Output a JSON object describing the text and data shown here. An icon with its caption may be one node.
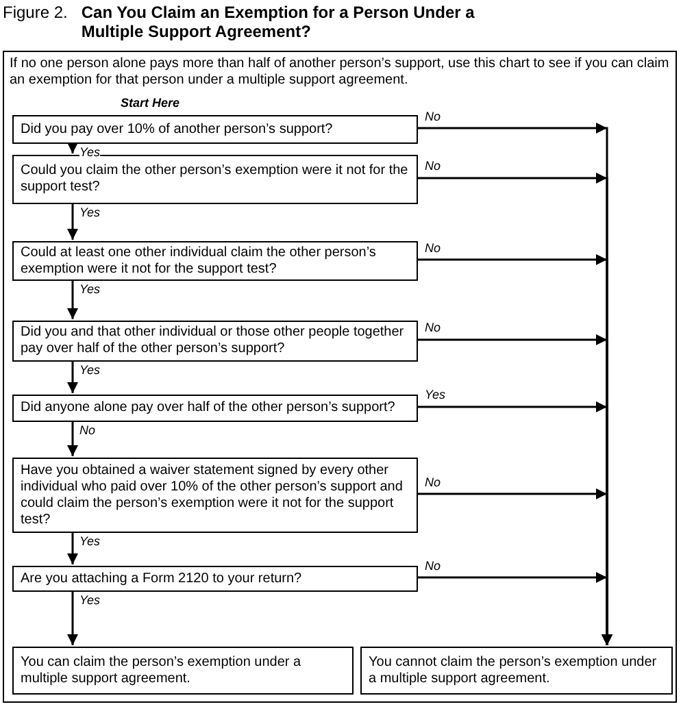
{
  "diagram": {
    "title": "Can You Claim an Exemption for a Person Under a Multiple Support Agreement?",
    "nodes": [
      {
        "text": [
          "If no one person alone pays more than half of another person’s support, use this chart to see if you can claim an exemption for that person under a multiple support agreement."
        ]
      },
      {
        "text": [
          "Did you pay over 10% of another person’s support?"
        ],
        "in": 0,
        "beside": [
          "Start Here"
        ]
      },
      {
        "text": [
          "Could you claim the other person’s exemption were it not for the support test?"
        ],
        "in": 0
      },
      {
        "text": [
          "Could at least one other individual claim the other person’s exemption were it not for the support test?"
        ],
        "in": 0
      },
      {
        "text": [
          "Did you and that other individual or those other people together pay over half of the other person’s support?"
        ],
        "in": 0
      },
      {
        "text": [
          "Did anyone alone pay over half of the other person’s support?"
        ],
        "in": 0
      },
      {
        "text": [
          "Have you obtained a waiver statement signed by every other individual who paid over 10% of the other person’s support and could claim the person’s exemption were it not for the support test?"
        ],
        "in": 0
      },
      {
        "text": [
          "Are you attaching a Form 2120 to your return?"
        ],
        "in": 0
      },
      {
        "text": [
          "You can claim the person’s exemption under a multiple support agreement."
        ],
        "in": 0
      },
      {
        "text": [
          "You cannot claim the person’s exemption under a multiple support agreement."
        ],
        "in": 0
      }
    ],
    "edges": [
      {
        "from": 1,
        "to": 2,
        "arrow": "to",
        "label": "Yes"
      },
      {
        "from": 2,
        "to": 3,
        "arrow": "to",
        "label": "Yes"
      },
      {
        "from": 3,
        "to": 4,
        "arrow": "to",
        "label": "Yes"
      },
      {
        "from": 4,
        "to": 5,
        "arrow": "to",
        "label": "Yes"
      },
      {
        "from": 5,
        "to": 6,
        "arrow": "to",
        "label": "No"
      },
      {
        "from": 6,
        "to": 7,
        "arrow": "to",
        "label": "Yes"
      },
      {
        "from": 7,
        "to": 8,
        "arrow": "to",
        "label": "Yes"
      },
      {
        "from": 1,
        "to": 9,
        "arrow": "to",
        "label": "No"
      },
      {
        "from": 2,
        "to": 9,
        "arrow": "to",
        "label": "No"
      },
      {
        "from": 3,
        "to": 9,
        "arrow": "to",
        "label": "No"
      },
      {
        "from": 4,
        "to": 9,
        "arrow": "to",
        "label": "No"
      },
      {
        "from": 5,
        "to": 9,
        "arrow": "to",
        "label": "Yes"
      },
      {
        "from": 6,
        "to": 9,
        "arrow": "to",
        "label": "No"
      },
      {
        "from": 7,
        "to": 9,
        "arrow": "to",
        "label": "No"
      }
    ],
    "labels": [
      "Figure 2."
    ]
  }
}
